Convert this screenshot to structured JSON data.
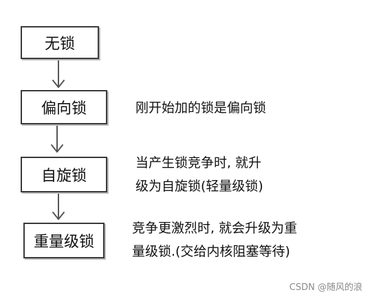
{
  "states": [
    {
      "label": "无锁"
    },
    {
      "label": "偏向锁"
    },
    {
      "label": "自旋锁"
    },
    {
      "label": "重量级锁"
    }
  ],
  "notes": [
    {
      "lines": [
        "刚开始加的锁是偏向锁"
      ]
    },
    {
      "lines": [
        "当产生锁竞争时, 就升",
        "级为自旋锁(轻量级锁)"
      ]
    },
    {
      "lines": [
        "竞争更激烈时, 就会升级为重",
        "量级锁.(交给内核阻塞等待)"
      ]
    }
  ],
  "watermark": "CSDN @随风的浪"
}
